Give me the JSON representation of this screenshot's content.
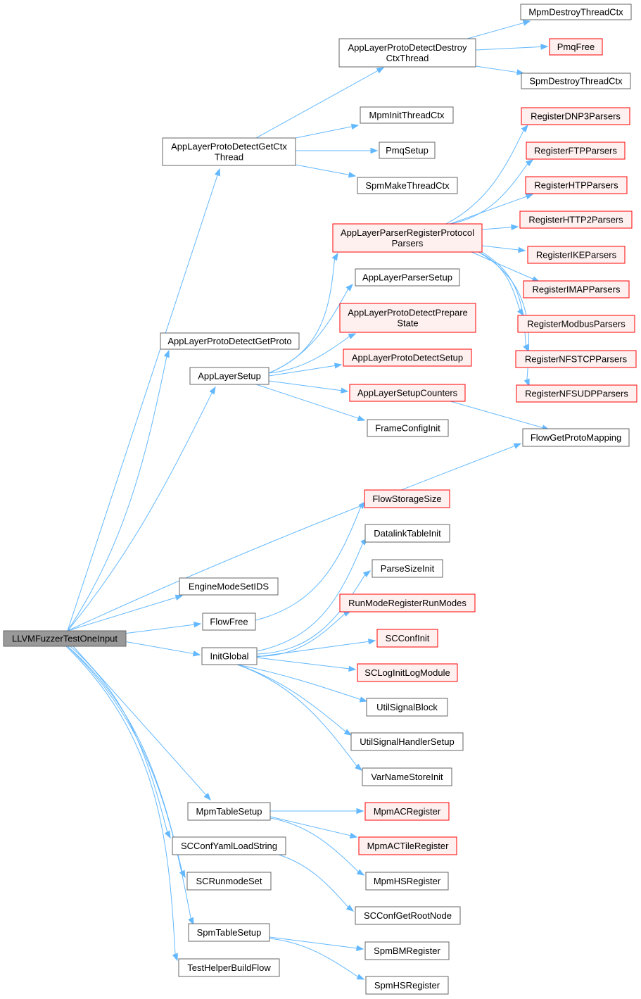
{
  "colors": {
    "edge": "#63b8ff",
    "root_fill": "#999999",
    "root_stroke": "#666666",
    "normal_fill": "#ffffff",
    "normal_stroke": "#666666",
    "truncated_fill": "#fff0f0",
    "truncated_stroke": "#ff0000"
  },
  "nodes": [
    {
      "id": "root",
      "lines": [
        "LLVMFuzzerTestOneInput"
      ],
      "style": "root"
    },
    {
      "id": "getctx",
      "lines": [
        "AppLayerProtoDetectGetCtx",
        "Thread"
      ],
      "style": "normal"
    },
    {
      "id": "destroyctx",
      "lines": [
        "AppLayerProtoDetectDestroy",
        "CtxThread"
      ],
      "style": "normal"
    },
    {
      "id": "mpmdestroy",
      "lines": [
        "MpmDestroyThreadCtx"
      ],
      "style": "normal"
    },
    {
      "id": "pmqfree",
      "lines": [
        "PmqFree"
      ],
      "style": "truncated"
    },
    {
      "id": "spmdestroy",
      "lines": [
        "SpmDestroyThreadCtx"
      ],
      "style": "normal"
    },
    {
      "id": "mpminit",
      "lines": [
        "MpmInitThreadCtx"
      ],
      "style": "normal"
    },
    {
      "id": "pmqsetup",
      "lines": [
        "PmqSetup"
      ],
      "style": "normal"
    },
    {
      "id": "spmmake",
      "lines": [
        "SpmMakeThreadCtx"
      ],
      "style": "normal"
    },
    {
      "id": "getproto",
      "lines": [
        "AppLayerProtoDetectGetProto"
      ],
      "style": "normal"
    },
    {
      "id": "alsetup",
      "lines": [
        "AppLayerSetup"
      ],
      "style": "normal"
    },
    {
      "id": "regproto",
      "lines": [
        "AppLayerParserRegisterProtocol",
        "Parsers"
      ],
      "style": "truncated"
    },
    {
      "id": "dnp3",
      "lines": [
        "RegisterDNP3Parsers"
      ],
      "style": "truncated"
    },
    {
      "id": "ftp",
      "lines": [
        "RegisterFTPParsers"
      ],
      "style": "truncated"
    },
    {
      "id": "htp",
      "lines": [
        "RegisterHTPParsers"
      ],
      "style": "truncated"
    },
    {
      "id": "http2",
      "lines": [
        "RegisterHTTP2Parsers"
      ],
      "style": "truncated"
    },
    {
      "id": "ike",
      "lines": [
        "RegisterIKEParsers"
      ],
      "style": "truncated"
    },
    {
      "id": "imap",
      "lines": [
        "RegisterIMAPParsers"
      ],
      "style": "truncated"
    },
    {
      "id": "modbus",
      "lines": [
        "RegisterModbusParsers"
      ],
      "style": "truncated"
    },
    {
      "id": "nfstcp",
      "lines": [
        "RegisterNFSTCPParsers"
      ],
      "style": "truncated"
    },
    {
      "id": "nfsudp",
      "lines": [
        "RegisterNFSUDPParsers"
      ],
      "style": "truncated"
    },
    {
      "id": "parsersetup",
      "lines": [
        "AppLayerParserSetup"
      ],
      "style": "normal"
    },
    {
      "id": "preparestate",
      "lines": [
        "AppLayerProtoDetectPrepare",
        "State"
      ],
      "style": "truncated"
    },
    {
      "id": "pdsetup",
      "lines": [
        "AppLayerProtoDetectSetup"
      ],
      "style": "truncated"
    },
    {
      "id": "setupcounters",
      "lines": [
        "AppLayerSetupCounters"
      ],
      "style": "truncated"
    },
    {
      "id": "frameconfig",
      "lines": [
        "FrameConfigInit"
      ],
      "style": "normal"
    },
    {
      "id": "flowgetproto",
      "lines": [
        "FlowGetProtoMapping"
      ],
      "style": "normal"
    },
    {
      "id": "enginemode",
      "lines": [
        "EngineModeSetIDS"
      ],
      "style": "normal"
    },
    {
      "id": "flowfree",
      "lines": [
        "FlowFree"
      ],
      "style": "normal"
    },
    {
      "id": "flowstorage",
      "lines": [
        "FlowStorageSize"
      ],
      "style": "truncated"
    },
    {
      "id": "initglobal",
      "lines": [
        "InitGlobal"
      ],
      "style": "normal"
    },
    {
      "id": "datalink",
      "lines": [
        "DatalinkTableInit"
      ],
      "style": "normal"
    },
    {
      "id": "parsesize",
      "lines": [
        "ParseSizeInit"
      ],
      "style": "normal"
    },
    {
      "id": "runmode",
      "lines": [
        "RunModeRegisterRunModes"
      ],
      "style": "truncated"
    },
    {
      "id": "scconfinit",
      "lines": [
        "SCConfInit"
      ],
      "style": "truncated"
    },
    {
      "id": "sclog",
      "lines": [
        "SCLogInitLogModule"
      ],
      "style": "truncated"
    },
    {
      "id": "sigblock",
      "lines": [
        "UtilSignalBlock"
      ],
      "style": "normal"
    },
    {
      "id": "sighandler",
      "lines": [
        "UtilSignalHandlerSetup"
      ],
      "style": "normal"
    },
    {
      "id": "varname",
      "lines": [
        "VarNameStoreInit"
      ],
      "style": "normal"
    },
    {
      "id": "mpmtable",
      "lines": [
        "MpmTableSetup"
      ],
      "style": "normal"
    },
    {
      "id": "mpmac",
      "lines": [
        "MpmACRegister"
      ],
      "style": "truncated"
    },
    {
      "id": "mpmactile",
      "lines": [
        "MpmACTileRegister"
      ],
      "style": "truncated"
    },
    {
      "id": "mpmhs",
      "lines": [
        "MpmHSRegister"
      ],
      "style": "normal"
    },
    {
      "id": "scyaml",
      "lines": [
        "SCConfYamlLoadString"
      ],
      "style": "normal"
    },
    {
      "id": "scroot",
      "lines": [
        "SCConfGetRootNode"
      ],
      "style": "normal"
    },
    {
      "id": "screunmode",
      "lines": [
        "SCRunmodeSet"
      ],
      "style": "normal"
    },
    {
      "id": "spmtable",
      "lines": [
        "SpmTableSetup"
      ],
      "style": "normal"
    },
    {
      "id": "spmbm",
      "lines": [
        "SpmBMRegister"
      ],
      "style": "normal"
    },
    {
      "id": "spmhs",
      "lines": [
        "SpmHSRegister"
      ],
      "style": "normal"
    },
    {
      "id": "testflow",
      "lines": [
        "TestHelperBuildFlow"
      ],
      "style": "normal"
    }
  ],
  "edges": [
    [
      "root",
      "getctx"
    ],
    [
      "root",
      "getproto"
    ],
    [
      "root",
      "alsetup"
    ],
    [
      "root",
      "flowgetproto"
    ],
    [
      "root",
      "enginemode"
    ],
    [
      "root",
      "flowfree"
    ],
    [
      "root",
      "initglobal"
    ],
    [
      "root",
      "mpmtable"
    ],
    [
      "root",
      "scyaml"
    ],
    [
      "root",
      "screunmode"
    ],
    [
      "root",
      "spmtable"
    ],
    [
      "root",
      "testflow"
    ],
    [
      "getctx",
      "destroyctx"
    ],
    [
      "getctx",
      "mpminit"
    ],
    [
      "getctx",
      "pmqsetup"
    ],
    [
      "getctx",
      "spmmake"
    ],
    [
      "destroyctx",
      "mpmdestroy"
    ],
    [
      "destroyctx",
      "pmqfree"
    ],
    [
      "destroyctx",
      "spmdestroy"
    ],
    [
      "alsetup",
      "regproto"
    ],
    [
      "alsetup",
      "parsersetup"
    ],
    [
      "alsetup",
      "preparestate"
    ],
    [
      "alsetup",
      "pdsetup"
    ],
    [
      "alsetup",
      "setupcounters"
    ],
    [
      "alsetup",
      "frameconfig"
    ],
    [
      "regproto",
      "dnp3"
    ],
    [
      "regproto",
      "ftp"
    ],
    [
      "regproto",
      "htp"
    ],
    [
      "regproto",
      "http2"
    ],
    [
      "regproto",
      "ike"
    ],
    [
      "regproto",
      "imap"
    ],
    [
      "regproto",
      "modbus"
    ],
    [
      "regproto",
      "nfstcp"
    ],
    [
      "regproto",
      "nfsudp"
    ],
    [
      "setupcounters",
      "flowgetproto"
    ],
    [
      "flowfree",
      "flowstorage"
    ],
    [
      "initglobal",
      "datalink"
    ],
    [
      "initglobal",
      "parsesize"
    ],
    [
      "initglobal",
      "runmode"
    ],
    [
      "initglobal",
      "scconfinit"
    ],
    [
      "initglobal",
      "sclog"
    ],
    [
      "initglobal",
      "sigblock"
    ],
    [
      "initglobal",
      "sighandler"
    ],
    [
      "initglobal",
      "varname"
    ],
    [
      "mpmtable",
      "mpmac"
    ],
    [
      "mpmtable",
      "mpmactile"
    ],
    [
      "mpmtable",
      "mpmhs"
    ],
    [
      "scyaml",
      "scroot"
    ],
    [
      "spmtable",
      "spmbm"
    ],
    [
      "spmtable",
      "spmhs"
    ]
  ]
}
